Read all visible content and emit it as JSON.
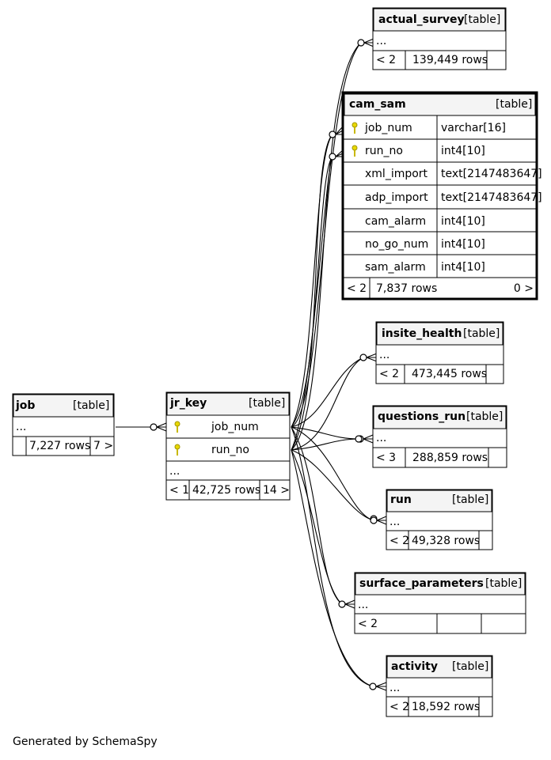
{
  "footer": "Generated by SchemaSpy",
  "tables": {
    "actual_survey": {
      "name": "actual_survey",
      "kind": "[table]",
      "ellipsis": "...",
      "parents": "< 2",
      "rows": "139,449 rows",
      "children": ""
    },
    "cam_sam": {
      "name": "cam_sam",
      "kind": "[table]",
      "columns": [
        {
          "name": "job_num",
          "type": "varchar[16]",
          "key": true
        },
        {
          "name": "run_no",
          "type": "int4[10]",
          "key": true
        },
        {
          "name": "xml_import",
          "type": "text[2147483647]",
          "key": false
        },
        {
          "name": "adp_import",
          "type": "text[2147483647]",
          "key": false
        },
        {
          "name": "cam_alarm",
          "type": "int4[10]",
          "key": false
        },
        {
          "name": "no_go_num",
          "type": "int4[10]",
          "key": false
        },
        {
          "name": "sam_alarm",
          "type": "int4[10]",
          "key": false
        }
      ],
      "parents": "< 2",
      "rows": "7,837 rows",
      "children": "0 >"
    },
    "insite_health": {
      "name": "insite_health",
      "kind": "[table]",
      "ellipsis": "...",
      "parents": "< 2",
      "rows": "473,445 rows",
      "children": ""
    },
    "job": {
      "name": "job",
      "kind": "[table]",
      "ellipsis": "...",
      "parents": "",
      "rows": "7,227 rows",
      "children": "7 >"
    },
    "jr_key": {
      "name": "jr_key",
      "kind": "[table]",
      "columns": [
        {
          "name": "job_num",
          "key": true
        },
        {
          "name": "run_no",
          "key": true
        }
      ],
      "ellipsis": "...",
      "parents": "< 1",
      "rows": "42,725 rows",
      "children": "14 >"
    },
    "questions_run": {
      "name": "questions_run",
      "kind": "[table]",
      "ellipsis": "...",
      "parents": "< 3",
      "rows": "288,859 rows",
      "children": ""
    },
    "run": {
      "name": "run",
      "kind": "[table]",
      "ellipsis": "...",
      "parents": "< 2",
      "rows": "49,328 rows",
      "children": ""
    },
    "surface_parameters": {
      "name": "surface_parameters",
      "kind": "[table]",
      "ellipsis": "...",
      "parents": "< 2",
      "rows": "",
      "children": ""
    },
    "activity": {
      "name": "activity",
      "kind": "[table]",
      "ellipsis": "...",
      "parents": "< 2",
      "rows": "18,592 rows",
      "children": ""
    }
  },
  "relationships": [
    {
      "from": "job",
      "to": "jr_key"
    },
    {
      "from": "jr_key",
      "to": "actual_survey"
    },
    {
      "from": "jr_key",
      "to": "cam_sam"
    },
    {
      "from": "jr_key",
      "to": "insite_health"
    },
    {
      "from": "jr_key",
      "to": "questions_run"
    },
    {
      "from": "jr_key",
      "to": "run"
    },
    {
      "from": "jr_key",
      "to": "surface_parameters"
    },
    {
      "from": "jr_key",
      "to": "activity"
    }
  ]
}
